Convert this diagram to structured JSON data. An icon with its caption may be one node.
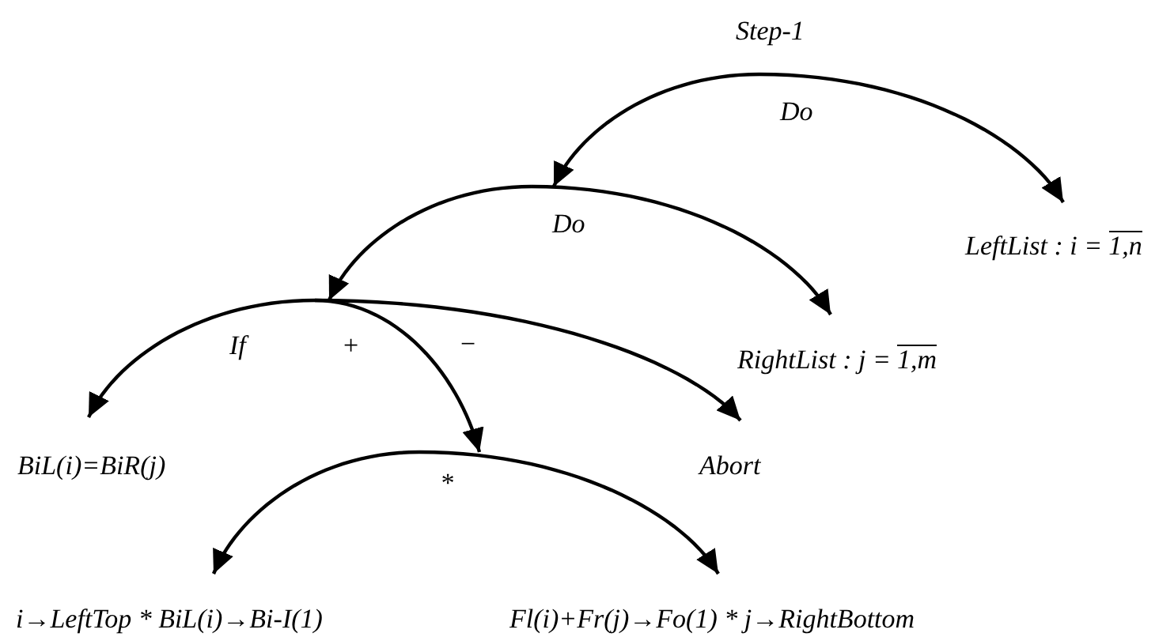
{
  "diagram": {
    "title": "Step-1",
    "nodes": [
      {
        "text": [
          "Do"
        ]
      },
      {
        "text": [
          "LeftList : i =",
          "1,n"
        ]
      },
      {
        "text": [
          "Do"
        ]
      },
      {
        "text": [
          "RightList : j =",
          "1,m"
        ]
      },
      {
        "text": [
          "If"
        ]
      },
      {
        "text": [
          "BiL(i)=BiR(j)"
        ]
      },
      {
        "text": [
          "*"
        ]
      },
      {
        "text": [
          "Abort"
        ]
      },
      {
        "text": [
          "i→LeftTop * BiL(i)→Bi-I(1)"
        ]
      },
      {
        "text": [
          "Fl(i)+Fr(j)→Fo(1) * j→RightBottom"
        ]
      }
    ],
    "edges": [
      {
        "from": 0,
        "to": 2,
        "arrow": "to"
      },
      {
        "from": 0,
        "to": 1,
        "arrow": "to"
      },
      {
        "from": 2,
        "to": 4,
        "arrow": "to"
      },
      {
        "from": 2,
        "to": 3,
        "arrow": "to"
      },
      {
        "from": 4,
        "to": 5,
        "arrow": "to"
      },
      {
        "from": 4,
        "to": 6,
        "arrow": "to",
        "label": "+"
      },
      {
        "from": 4,
        "to": 7,
        "arrow": "to",
        "label": "−"
      },
      {
        "from": 6,
        "to": 8,
        "arrow": "to"
      },
      {
        "from": 6,
        "to": 9,
        "arrow": "to"
      }
    ]
  }
}
